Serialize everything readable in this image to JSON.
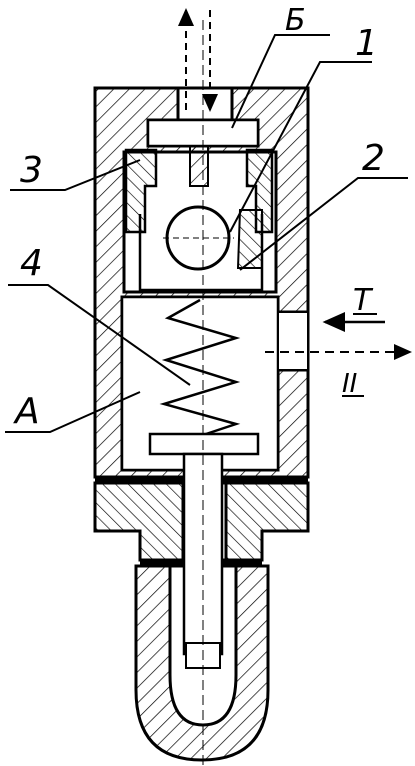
{
  "labels": {
    "b": "Б",
    "one": "1",
    "two": "2",
    "three": "3",
    "four": "4",
    "a": "A",
    "t": "T",
    "roman_two": "II"
  },
  "colors": {
    "ink": "#000000",
    "paper": "#ffffff"
  }
}
